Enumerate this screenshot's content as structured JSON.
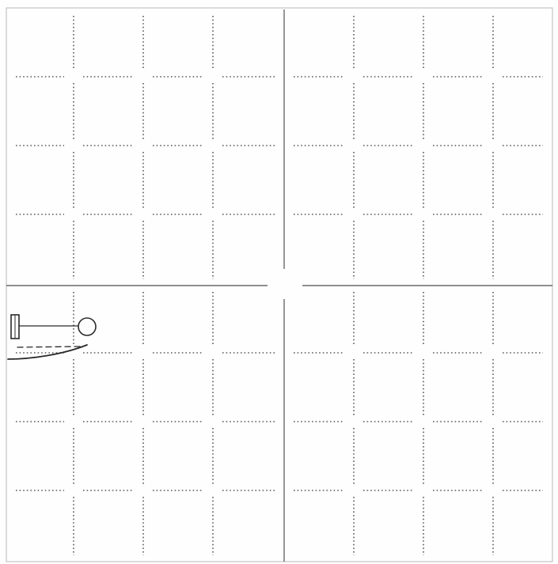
{
  "sheet": {
    "quadrants": [
      {
        "id": "top-left",
        "rows": 4,
        "cols": 4
      },
      {
        "id": "top-right",
        "rows": 4,
        "cols": 4
      },
      {
        "id": "bottom-left",
        "rows": 4,
        "cols": 4
      },
      {
        "id": "bottom-right",
        "rows": 4,
        "cols": 4
      }
    ],
    "sketch": {
      "label": "",
      "description_icon": "pendulum-sketch-icon"
    },
    "colors": {
      "paper": "#fefefe",
      "divider": "#6a6a6a",
      "dots": "#5a5a5a",
      "ink": "#2a2a2a"
    }
  }
}
